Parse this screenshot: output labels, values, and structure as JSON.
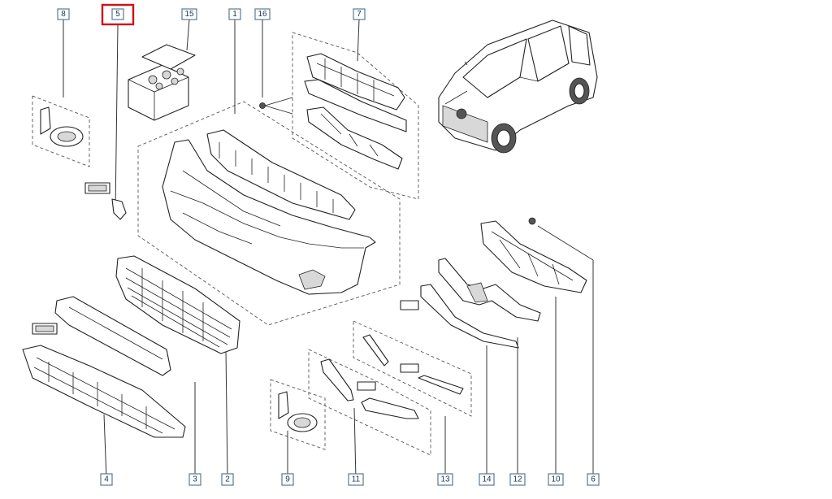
{
  "diagram": {
    "selected_callout": "5",
    "accent_color": "#d0101a",
    "callout_border_color": "#5a7a95",
    "callouts": {
      "c1": "1",
      "c2": "2",
      "c3": "3",
      "c4": "4",
      "c5": "5",
      "c6": "6",
      "c7": "7",
      "c8": "8",
      "c9": "9",
      "c10": "10",
      "c11": "11",
      "c12": "12",
      "c13": "13",
      "c14": "14",
      "c15": "15",
      "c16": "16"
    }
  }
}
